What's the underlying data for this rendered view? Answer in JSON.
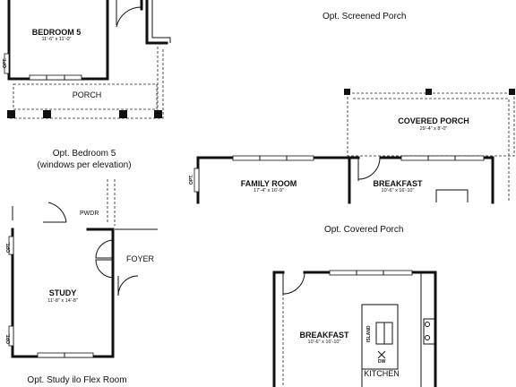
{
  "captions": {
    "screened_porch": "Opt. Screened Porch",
    "bedroom_5": "Opt. Bedroom 5",
    "bedroom_5_note": "(windows per elevation)",
    "covered_porch": "Opt. Covered Porch",
    "study": "Opt. Study ilo Flex Room"
  },
  "rooms": {
    "bedroom5": {
      "name": "BEDROOM 5",
      "dims": "11'-6\" x 11'-0\""
    },
    "porch": {
      "name": "PORCH"
    },
    "covered_porch": {
      "name": "COVERED PORCH",
      "dims": "29'-4\" x 8'-0\""
    },
    "family_room": {
      "name": "FAMILY ROOM",
      "dims": "17'-4\" x 16'-9\""
    },
    "breakfast_top": {
      "name": "BREAKFAST",
      "dims": "10'-6\" x 16'-10\""
    },
    "pwdr": {
      "name": "PWDR"
    },
    "foyer": {
      "name": "FOYER"
    },
    "study": {
      "name": "STUDY",
      "dims": "11'-8\" x 14'-8\""
    },
    "breakfast_bottom": {
      "name": "BREAKFAST",
      "dims": "10'-6\" x 16'-10\""
    },
    "kitchen": {
      "name": "KITCHEN"
    },
    "island": {
      "name": "ISLAND"
    },
    "dw": {
      "name": "DW"
    }
  },
  "markers": {
    "opt": "OPT."
  }
}
